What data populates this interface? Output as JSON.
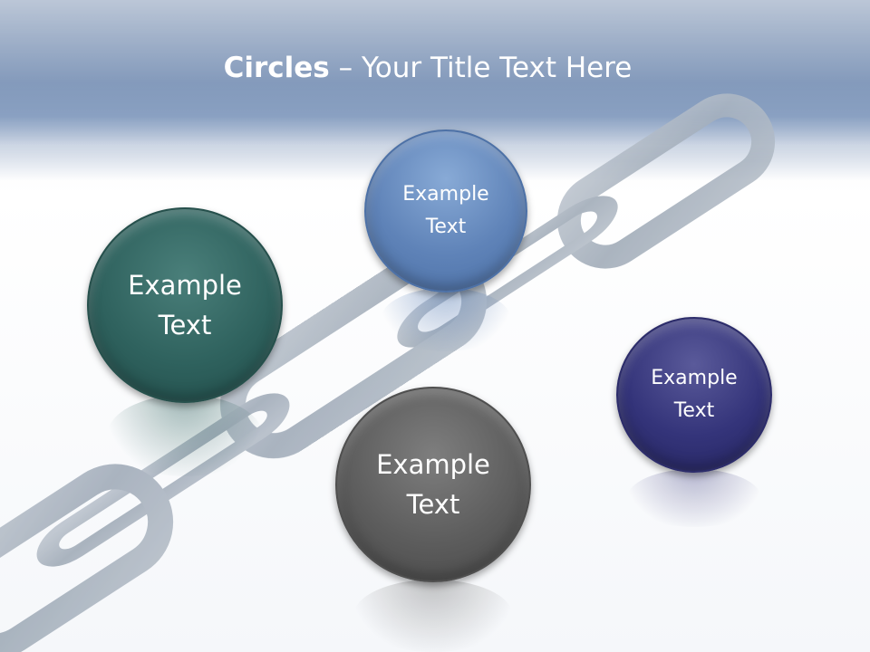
{
  "slide": {
    "title_bold": "Circles",
    "title_rest": " – Your Title Text Here",
    "circles": [
      {
        "text": "Example Text",
        "color": "#2f625e"
      },
      {
        "text": "Example Text",
        "color": "#5f83b8"
      },
      {
        "text": "Example Text",
        "color": "#5d5d5d"
      },
      {
        "text": "Example Text",
        "color": "#34347a"
      }
    ]
  },
  "colors": {
    "header": "#4a6b9c",
    "background": "#f5f7fa",
    "chain": "#9aa6b4"
  }
}
